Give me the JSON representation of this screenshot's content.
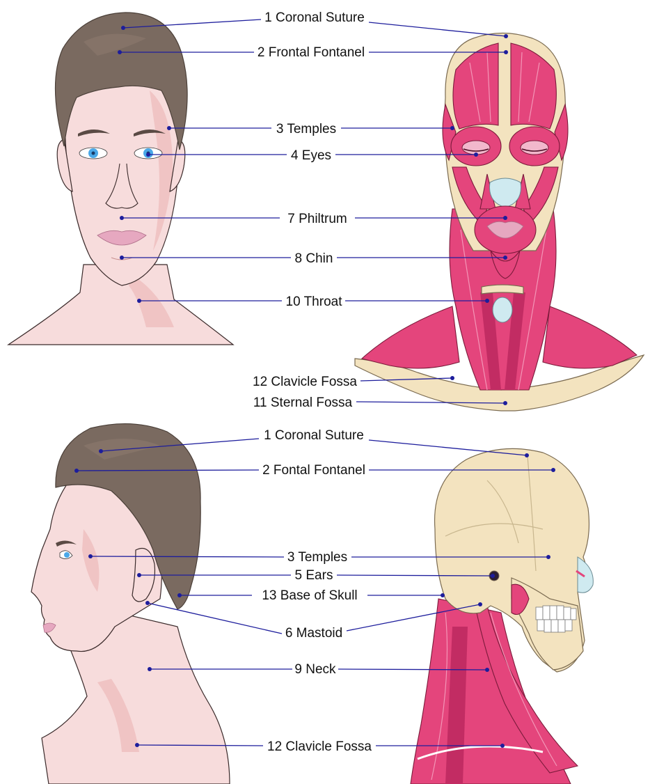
{
  "front_labels": {
    "coronal_suture": "1 Coronal Suture",
    "frontal_fontanel": "2 Frontal Fontanel",
    "temples": "3 Temples",
    "eyes": "4 Eyes",
    "philtrum": "7 Philtrum",
    "chin": "8 Chin",
    "throat": "10 Throat",
    "clavicle_fossa": "12 Clavicle Fossa",
    "sternal_fossa": "11 Sternal Fossa"
  },
  "side_labels": {
    "coronal_suture": "1 Coronal Suture",
    "fontal_fontanel": "2 Fontal Fontanel",
    "temples": "3 Temples",
    "ears": "5 Ears",
    "base_of_skull": "13 Base of Skull",
    "mastoid": "6 Mastoid",
    "neck": "9 Neck",
    "clavicle_fossa": "12 Clavicle Fossa"
  },
  "colors": {
    "leader": "#1d1d9c",
    "hair": "#7a6a60",
    "skin": "#f7dcdc",
    "bone": "#f3e3bf",
    "muscle": "#e4457c",
    "iris": "#4aa8e8"
  }
}
